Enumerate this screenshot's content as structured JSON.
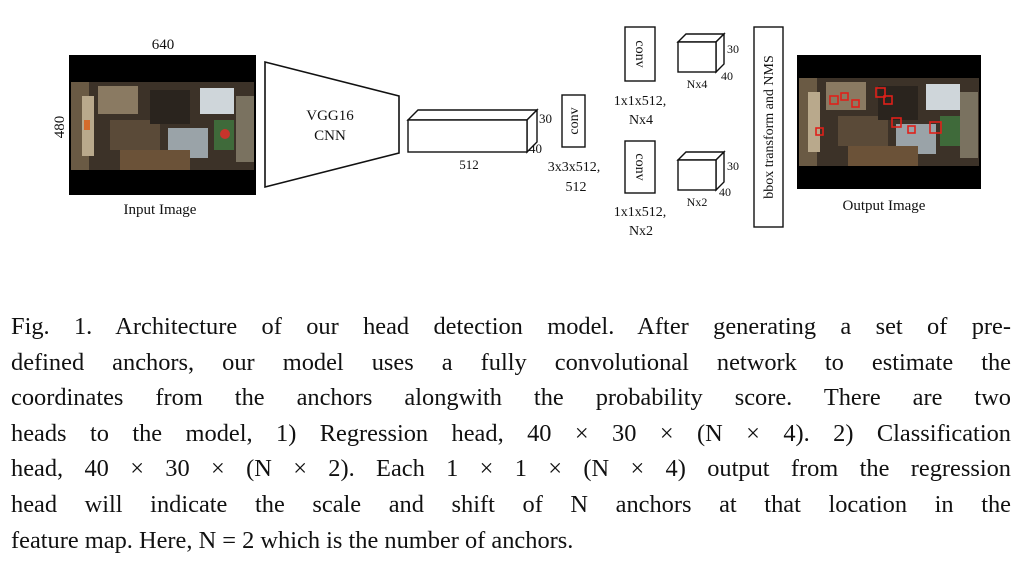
{
  "figure": {
    "input": {
      "width_label": "640",
      "height_label": "480",
      "caption": "Input Image"
    },
    "backbone": {
      "line1": "VGG16",
      "line2": "CNN"
    },
    "feature_map": {
      "depth_label": "512",
      "h_label": "30",
      "w_label": "40"
    },
    "conv_shared": {
      "label": "conv",
      "line1": "3x3x512,",
      "line2": "512"
    },
    "conv_reg": {
      "label": "conv",
      "line1": "1x1x512,",
      "line2": "Nx4"
    },
    "conv_cls": {
      "label": "conv",
      "line1": "1x1x512,",
      "line2": "Nx2"
    },
    "reg_out": {
      "depth_label": "Nx4",
      "h_label": "30",
      "w_label": "40"
    },
    "cls_out": {
      "depth_label": "Nx2",
      "h_label": "30",
      "w_label": "40"
    },
    "postprocess": {
      "label": "bbox transform and NMS"
    },
    "output": {
      "caption": "Output Image"
    },
    "colors": {
      "detection_box": "#e0201a",
      "photo_dark": "#1a1410"
    }
  },
  "caption": {
    "lines": [
      "Fig. 1.  Architecture of our head detection model. After generating a set of pre-",
      "defined anchors, our model uses a fully convolutional network to estimate the",
      "coordinates from the anchors alongwith the probability score. There are two",
      "heads to the model, 1) Regression head, 40 × 30 × (N × 4). 2) Classification",
      "head, 40 × 30 × (N × 2). Each 1 × 1 × (N × 4) output from the regression",
      "head will indicate the scale and shift of N anchors at that location in the",
      "feature map. Here, N = 2 which is the number of anchors."
    ]
  }
}
